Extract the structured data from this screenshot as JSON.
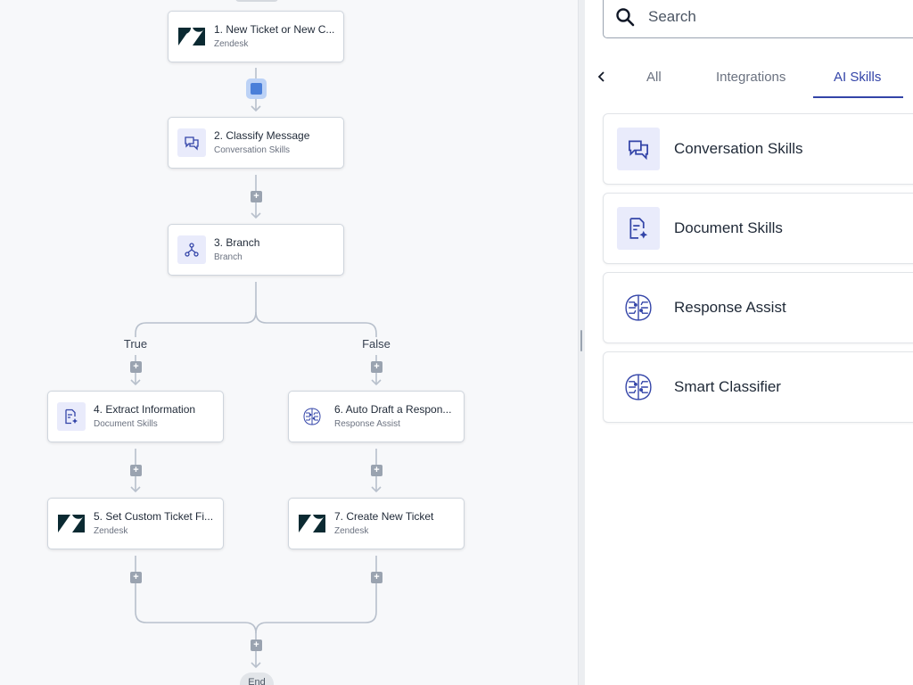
{
  "canvas": {
    "nodes": [
      {
        "title": "1. New Ticket or New C...",
        "subtitle": "Zendesk",
        "icon": "zendesk-logo"
      },
      {
        "title": "2. Classify Message",
        "subtitle": "Conversation Skills",
        "icon": "conversation-icon"
      },
      {
        "title": "3. Branch",
        "subtitle": "Branch",
        "icon": "branch-icon"
      },
      {
        "title": "4. Extract Information",
        "subtitle": "Document Skills",
        "icon": "document-skill-icon"
      },
      {
        "title": "5. Set Custom Ticket Fi...",
        "subtitle": "Zendesk",
        "icon": "zendesk-logo"
      },
      {
        "title": "6. Auto Draft a Respon...",
        "subtitle": "Response Assist",
        "icon": "ai-brain-icon"
      },
      {
        "title": "7. Create New Ticket",
        "subtitle": "Zendesk",
        "icon": "zendesk-logo"
      }
    ],
    "branch_true_label": "True",
    "branch_false_label": "False",
    "end_label": "End",
    "plus_symbol": "+"
  },
  "panel": {
    "search_placeholder": "Search",
    "tabs": [
      {
        "label": "All",
        "active": false
      },
      {
        "label": "Integrations",
        "active": false
      },
      {
        "label": "AI Skills",
        "active": true
      }
    ],
    "skills": [
      {
        "label": "Conversation Skills",
        "icon": "conversation-icon"
      },
      {
        "label": "Document Skills",
        "icon": "document-skill-icon"
      },
      {
        "label": "Response Assist",
        "icon": "ai-brain-icon"
      },
      {
        "label": "Smart Classifier",
        "icon": "ai-brain-icon"
      }
    ]
  },
  "colors": {
    "accent": "#3344a8",
    "icon_tint": "#e9ebfb",
    "connector": "#b8c0cc",
    "selected": "#4a7fd9"
  }
}
